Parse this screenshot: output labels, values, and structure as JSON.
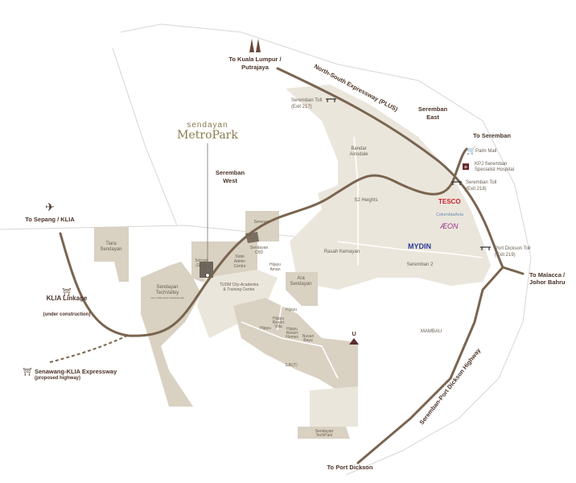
{
  "logo": {
    "line1": "sendayan",
    "line2": "MetroPark"
  },
  "regions": {
    "seremban_west": [
      "Seremban",
      "West"
    ],
    "seremban_east": [
      "Seremban",
      "East"
    ],
    "mambau": "MAMBAU"
  },
  "directions": {
    "kl": [
      "To Kuala Lumpur /",
      "Putrajaya"
    ],
    "klia": "To Sepang / KLIA",
    "seremban": "To Seremban",
    "malacca": [
      "To Malacca /",
      "Johor Bahru"
    ],
    "port_dickson": "To Port Dickson"
  },
  "highways": {
    "plus": "North-South Expressway (PLUS)",
    "klia_linkage": [
      "KLIA Linkage",
      "(under construction)"
    ],
    "senawang": [
      "Senawang-KLIA Expressway",
      "(proposed highway)"
    ],
    "spdh": "Seremban-Port Dickson Highway"
  },
  "tolls": {
    "t217": [
      "Seremban Toll",
      "(Exit 217)"
    ],
    "t218": [
      "Seremban Toll",
      "(Exit 218)"
    ],
    "t219": [
      "Port Dickson Toll",
      "(Exit 219)"
    ]
  },
  "landmarks": {
    "palm_mall": "Palm Mall",
    "kpj": [
      "KPJ Seremban",
      "Specialist Hospital"
    ],
    "tesco": "TESCO",
    "columbia": "ColumbiaAsia",
    "aeon": "ÆON",
    "mydin": "MYDIN",
    "u_marker": "U"
  },
  "places": {
    "bandar_ainsdale": [
      "Bandar",
      "Ainsdale"
    ],
    "s2_heights": "S2 Heights",
    "rasah_kemayan": "Rasah Kemayan",
    "seremban2": "Seremban 2",
    "tiara": [
      "Tiara",
      "Sendayan"
    ],
    "techvalley": [
      "Sendayan",
      "TechValley"
    ],
    "techvalley_note": "over 1,000 acres industrial park",
    "school": [
      "School",
      "(SPR)"
    ],
    "state_admin": [
      "State",
      "Admin",
      "Centre"
    ],
    "sendayan_cbd": [
      "Sendayan",
      "CBD"
    ],
    "serenia": "Serenan",
    "hijayu_aman": [
      "Hijayu",
      "Aman"
    ],
    "ara": [
      "Ara",
      "Sendayan"
    ],
    "tuds": [
      "TUDM City-Academia",
      "& Training Centre"
    ],
    "hijayu1": "Hijayu",
    "hijayu_resort_villa": [
      "Hijayu",
      "Resort",
      "Villa"
    ],
    "hijayu2": "Hijayu",
    "hijayu_resort_homes": [
      "Hijayu",
      "Resort",
      "Homes"
    ],
    "nusari": [
      "Nusari",
      "Bayu"
    ],
    "sjkt": "SJK(T)",
    "techpark": [
      "Sendayan",
      "TechPark"
    ]
  },
  "colors": {
    "road": "#7a6550",
    "land": "#e7e1d5",
    "land_dark": "#d6cdbd",
    "accent": "#4a3327"
  }
}
